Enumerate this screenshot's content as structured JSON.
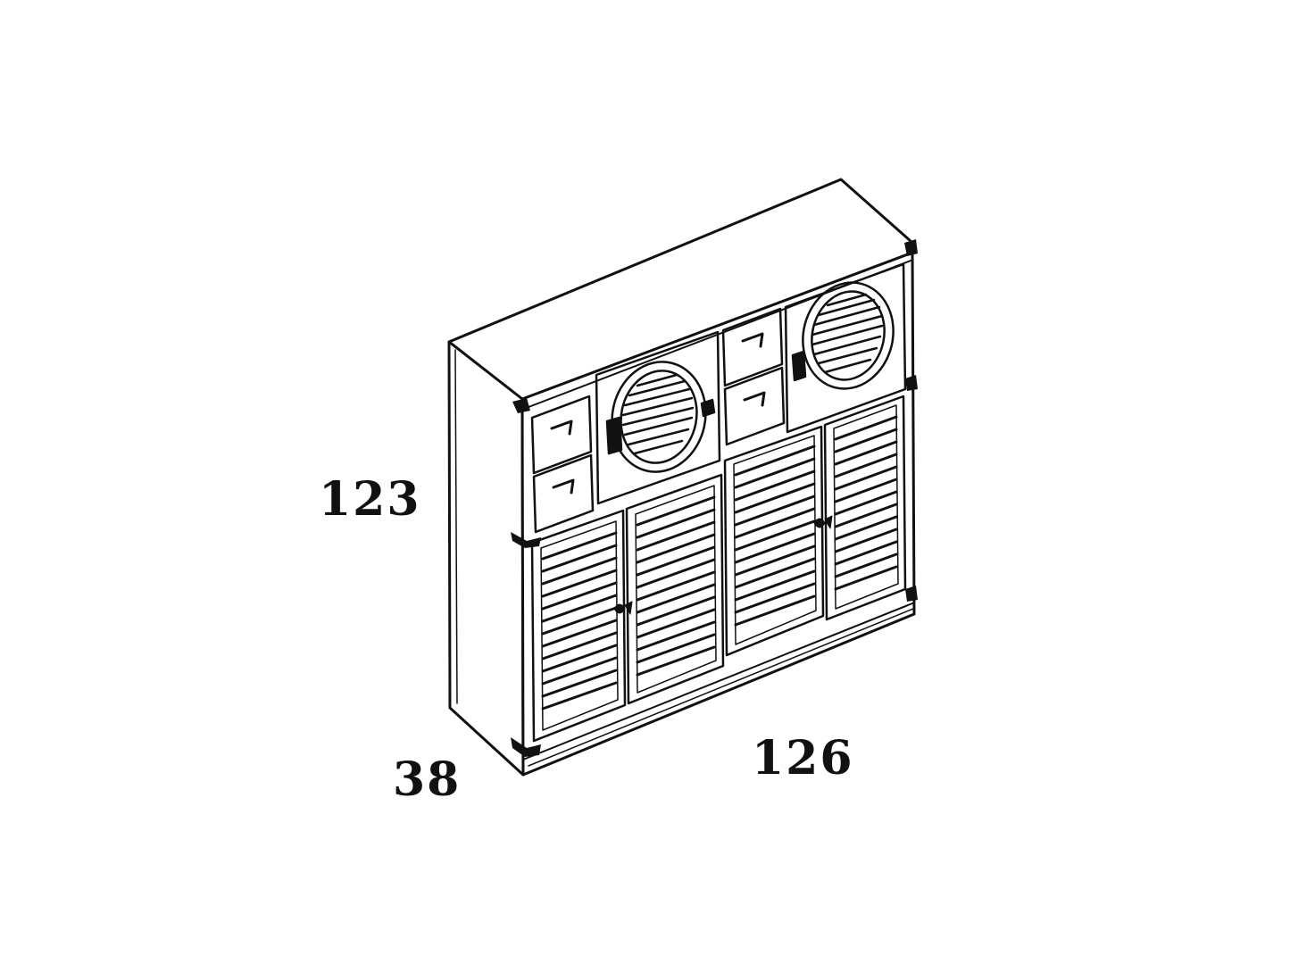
{
  "dimensions": {
    "height": "123",
    "depth": "38",
    "width": "126"
  },
  "colors": {
    "ink": "#111111",
    "background": "#ffffff"
  }
}
